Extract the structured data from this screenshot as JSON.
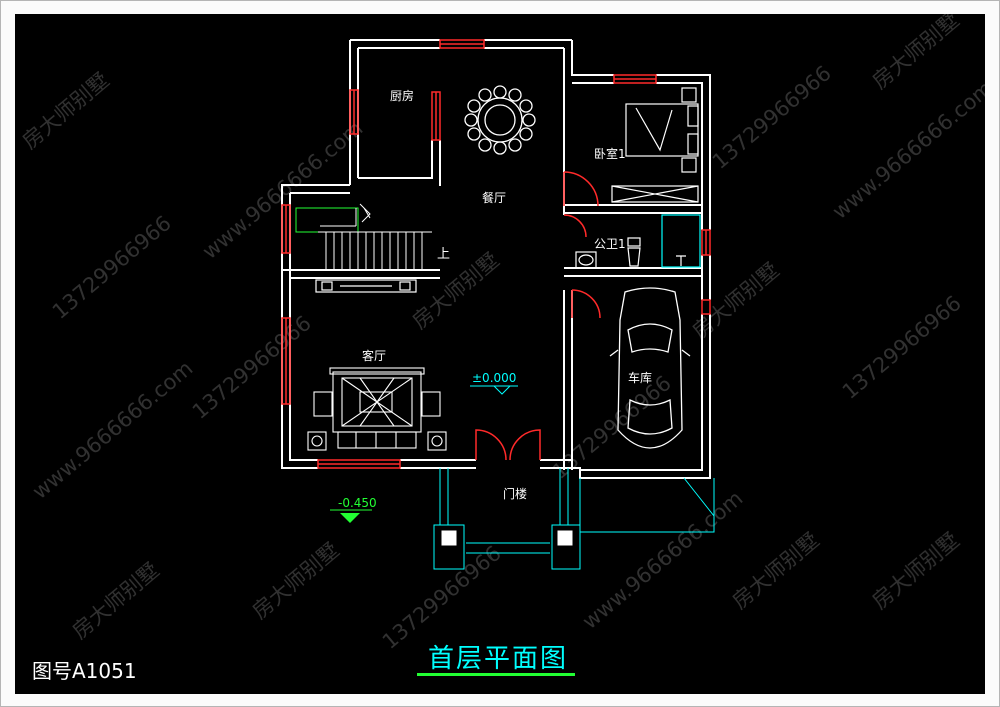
{
  "plan": {
    "title": "首层平面图",
    "drawing_number": "图号A1051",
    "rooms": {
      "kitchen": "厨房",
      "dining": "餐厅",
      "bedroom": "卧室1",
      "bathroom": "公卫1",
      "garage": "车库",
      "living": "客厅",
      "porch": "门楼"
    },
    "stair_label": "上",
    "elevation_floor": "±0.000",
    "elevation_outside": "-0.450"
  },
  "watermark": {
    "texts": [
      "房大师别墅",
      "13729966966",
      "www.9666666.com"
    ]
  },
  "colors": {
    "background": "#000000",
    "wall": "#ffffff",
    "window": "#ff2a2a",
    "annotation": "#00ffff",
    "furniture": "#ffffff",
    "marker": "#22ff33"
  }
}
